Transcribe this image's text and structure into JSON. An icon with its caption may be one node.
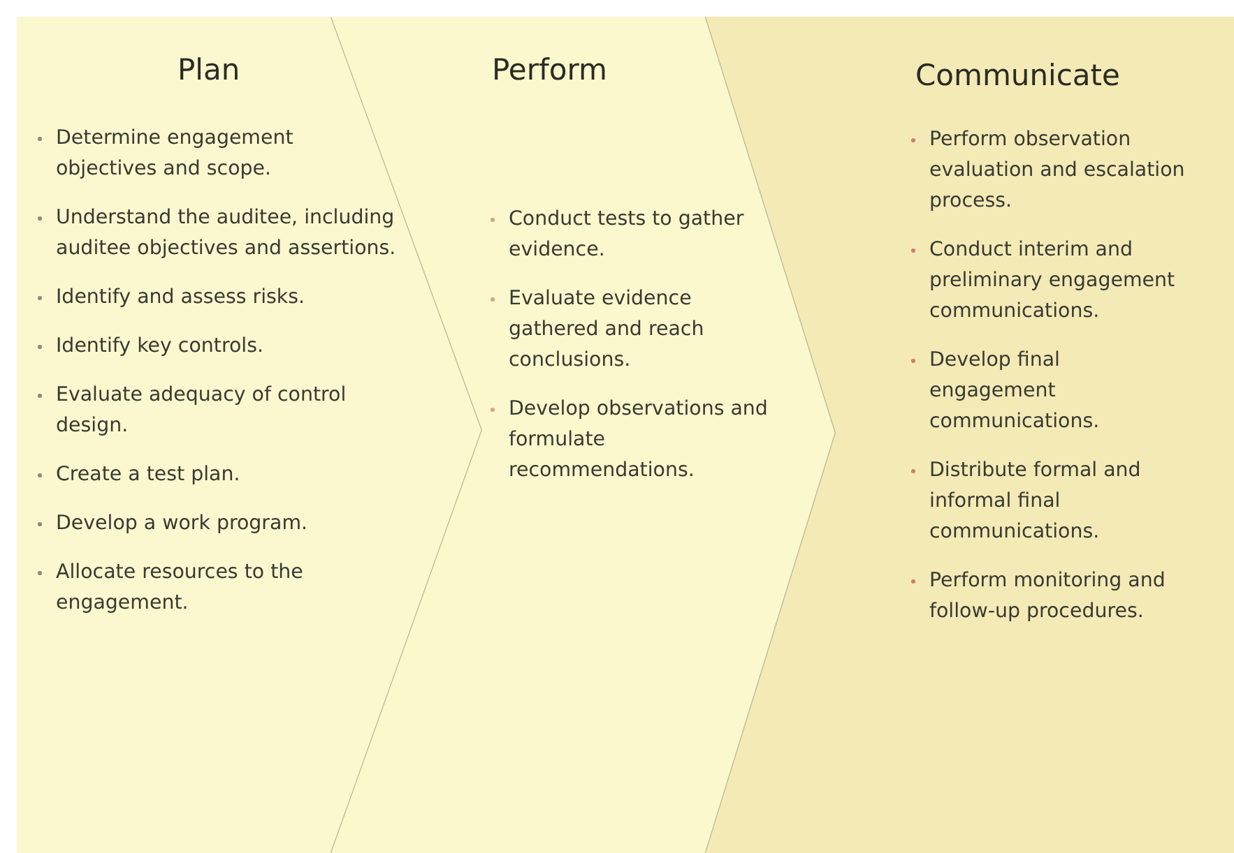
{
  "diagram": {
    "nodes": [
      {
        "text": [
          "Plan",
          "Determine engagement objectives and scope.",
          "Understand the auditee, including auditee objectives and assertions.",
          "Identify and assess risks.",
          "Identify key controls.",
          "Evaluate adequacy of control design.",
          "Create a test plan.",
          "Develop a work program.",
          "Allocate resources to the engagement."
        ]
      },
      {
        "text": [
          "Perform",
          "Conduct tests to gather evidence.",
          "Evaluate evidence gathered and reach conclusions.",
          "Develop observations and formulate recommendations."
        ]
      },
      {
        "text": [
          "Communicate",
          "Perform observation evaluation and escalation process.",
          "Conduct interim and preliminary engagement communications.",
          "Develop final engagement communications.",
          "Distribute formal and informal final communications.",
          "Perform monitoring and follow-up procedures."
        ]
      }
    ]
  }
}
